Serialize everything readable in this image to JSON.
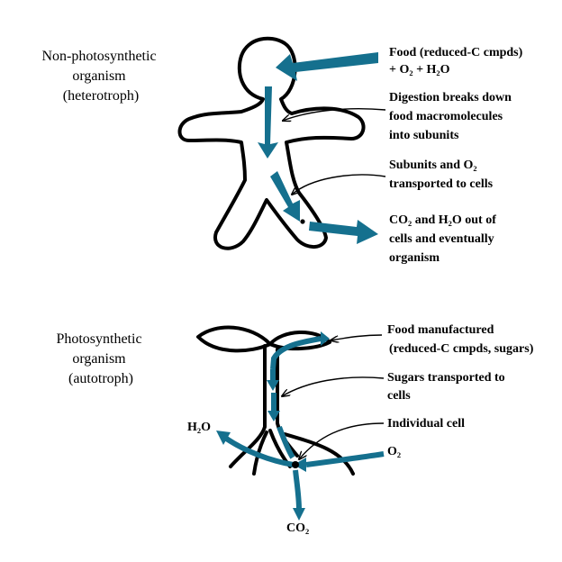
{
  "hetero": {
    "title": [
      "Non-photosynthetic",
      "organism",
      "(heterotroph)"
    ],
    "food": [
      "Food (reduced-C cmpds)",
      "+ O₂ + H₂O"
    ],
    "digestion": [
      "Digestion breaks down",
      "food macromolecules",
      "into subunits"
    ],
    "subunits": [
      "Subunits and O₂",
      "transported to cells"
    ],
    "out": [
      "CO₂ and H₂O out of",
      "cells and eventually",
      "organism"
    ]
  },
  "auto": {
    "title": [
      "Photosynthetic",
      "organism",
      "(autotroph)"
    ],
    "food": [
      "Food manufactured",
      "(reduced-C cmpds, sugars)"
    ],
    "sugars": [
      "Sugars transported to",
      "cells"
    ],
    "cell": "Individual cell",
    "h2o": "H₂O",
    "o2": "O₂",
    "co2": "CO₂"
  },
  "colors": {
    "arrow": "#15708e",
    "outline": "#000000"
  }
}
